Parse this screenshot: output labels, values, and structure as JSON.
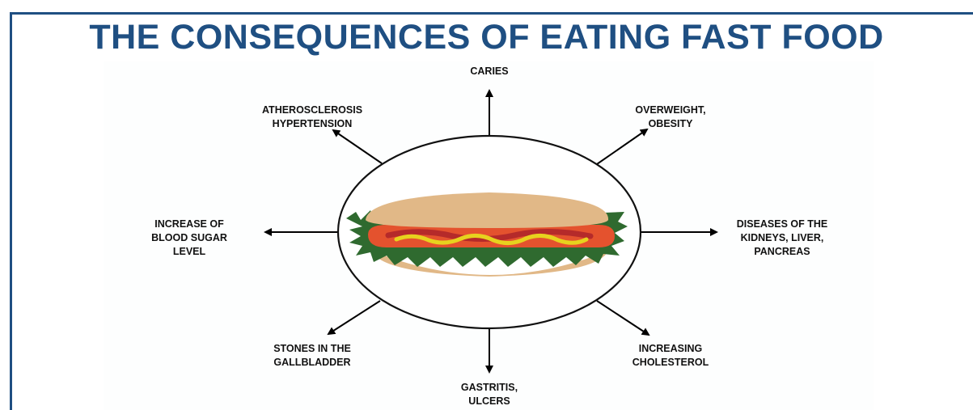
{
  "title": "THE CONSEQUENCES OF EATING FAST FOOD",
  "consequences": {
    "top": "CARIES",
    "top_right": "OVERWEIGHT,\nOBESITY",
    "right": "DISEASES OF THE\nKIDNEYS, LIVER,\nPANCREAS",
    "bottom_right": "INCREASING\nCHOLESTEROL",
    "bottom": "GASTRITIS,\nULCERS",
    "bottom_left": "STONES IN THE\nGALLBLADDER",
    "left": "INCREASE OF\nBLOOD SUGAR\nLEVEL",
    "top_left": "ATHEROSCLEROSIS\nHYPERTENSION"
  },
  "colors": {
    "title": "#1f4f82",
    "frame": "#1f4f82",
    "bun": "#e1b887",
    "lettuce": "#2f6a2f",
    "sausage": "#e4522e",
    "mustard": "#e7d21e"
  },
  "icon": "hot-dog-illustration"
}
